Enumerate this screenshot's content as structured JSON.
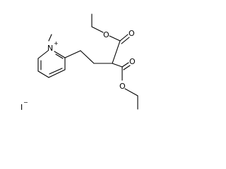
{
  "molecule": {
    "atoms": {
      "nitrogen": "N",
      "nitrogen_charge": "+",
      "oxygen_1": "O",
      "oxygen_2": "O",
      "oxygen_3": "O",
      "oxygen_4": "O"
    },
    "counterion": {
      "symbol": "I",
      "charge": "−"
    }
  },
  "colors": {
    "bond": "#000000",
    "label": "#000000",
    "background": "#ffffff"
  }
}
